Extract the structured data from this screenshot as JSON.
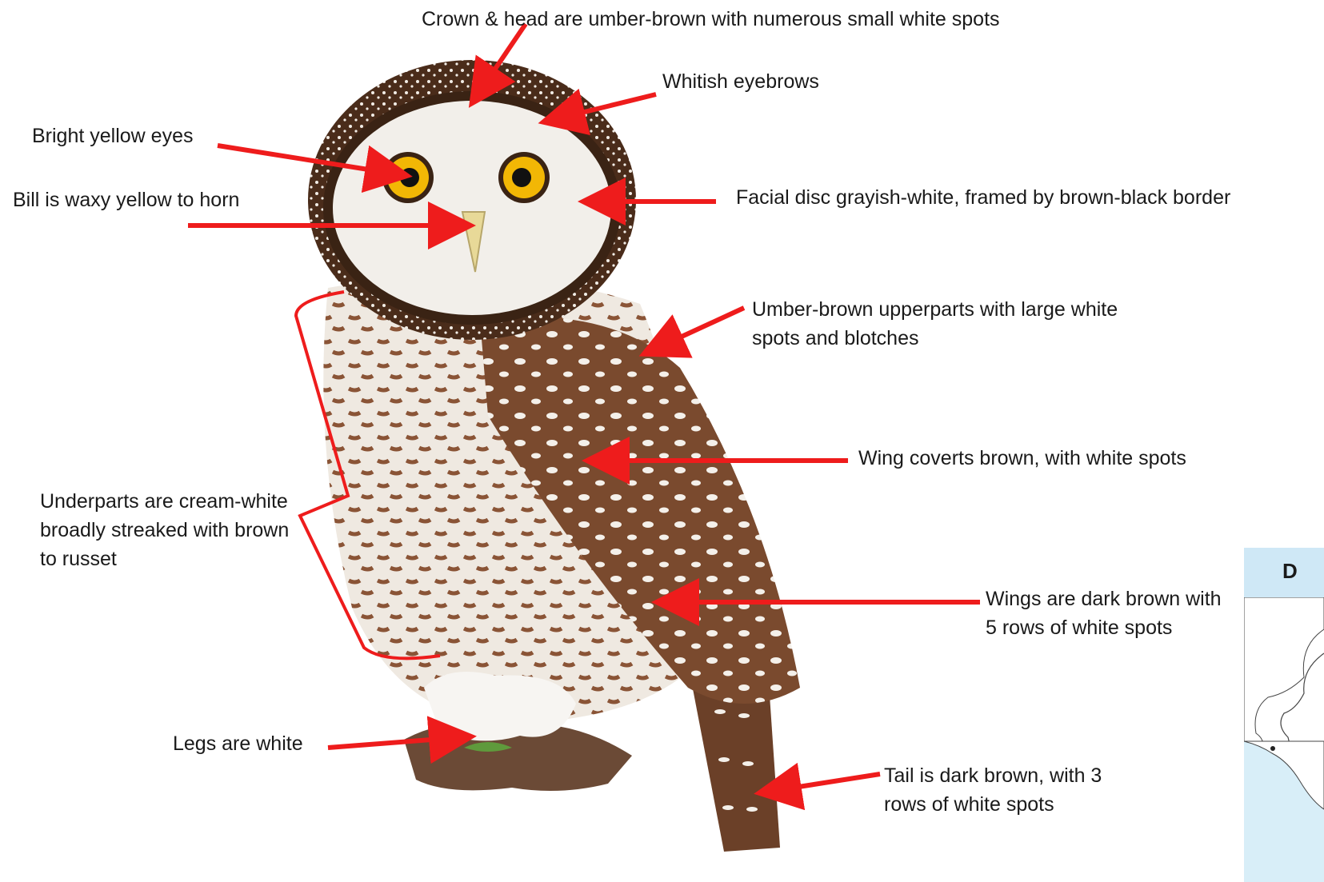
{
  "labels": {
    "crown": "Crown & head are umber-brown with numerous small white spots",
    "eyebrows": "Whitish eyebrows",
    "eyes": "Bright yellow eyes",
    "bill": "Bill is waxy yellow to horn",
    "facial_disc": "Facial disc grayish-white, framed by brown-black border",
    "upperparts": "Umber-brown upperparts with large white spots and blotches",
    "underparts": "Underparts  are cream-white broadly streaked with brown to russet",
    "wing_coverts": "Wing coverts  brown, with white spots",
    "wings": "Wings are dark brown with 5 rows of white spots",
    "legs": "Legs are white",
    "tail": "Tail is dark brown, with 3 rows of white spots"
  },
  "map_inset": {
    "title_fragment": "D"
  },
  "colors": {
    "arrow": "#ee1c1c",
    "plumage_brown": "#7a4a2e",
    "plumage_dark": "#4a2c1a",
    "eye_yellow": "#f2b705",
    "map_water": "#d8eef8"
  },
  "icons": {
    "arrow": "arrow-icon",
    "bracket": "bracket-icon",
    "owl": "owl-illustration-icon",
    "map": "map-icon"
  }
}
